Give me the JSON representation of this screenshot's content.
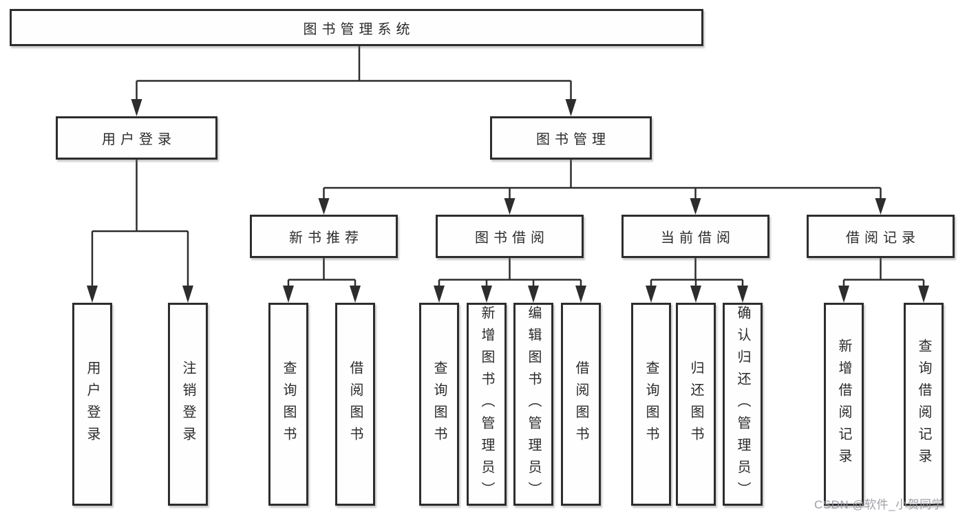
{
  "diagram": {
    "type": "hierarchy-tree",
    "nodes": {
      "root": "图书管理系统",
      "level2": {
        "user_login": "用户登录",
        "book_mgmt": "图书管理"
      },
      "level3": {
        "new_book_rec": "新书推荐",
        "book_borrow": "图书借阅",
        "current_borrow": "当前借阅",
        "borrow_records": "借阅记录"
      },
      "leaves": [
        "用户登录",
        "注销登录",
        "查询图书",
        "借阅图书",
        "查询图书",
        "新增图书（管理员）",
        "编辑图书（管理员）",
        "借阅图书",
        "查询图书",
        "归还图书",
        "确认归还（管理员）",
        "新增借阅记录",
        "查询借阅记录"
      ]
    },
    "edges": [
      "图书管理系统→用户登录",
      "图书管理系统→图书管理",
      "用户登录→用户登录",
      "用户登录→注销登录",
      "图书管理→新书推荐",
      "图书管理→图书借阅",
      "图书管理→当前借阅",
      "图书管理→借阅记录",
      "新书推荐→查询图书",
      "新书推荐→借阅图书",
      "图书借阅→查询图书",
      "图书借阅→新增图书（管理员）",
      "图书借阅→编辑图书（管理员）",
      "图书借阅→借阅图书",
      "当前借阅→查询图书",
      "当前借阅→归还图书",
      "当前借阅→确认归还（管理员）",
      "借阅记录→新增借阅记录",
      "借阅记录→查询借阅记录"
    ],
    "colors": {
      "line": "#2d2d2d",
      "text": "#2b2b2b",
      "box_background": "#fefefe",
      "watermark": "#94949c"
    }
  },
  "watermark": "CSDN @软件_小贺同学"
}
